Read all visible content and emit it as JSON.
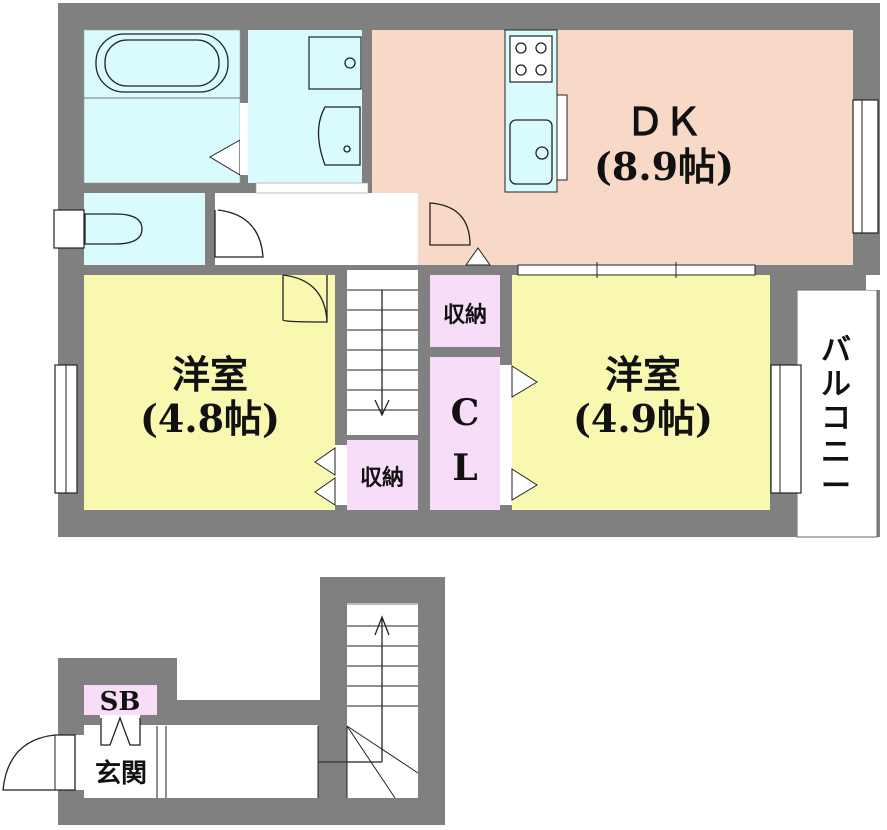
{
  "colors": {
    "wall": "#808080",
    "wet_area": "#d9fbfd",
    "dining_kitchen": "#f8d8c6",
    "western_room": "#f8f8b0",
    "storage": "#f8ddf8"
  },
  "rooms": {
    "dk": {
      "name": "ＤＫ",
      "size": "(8.9帖)"
    },
    "western_a": {
      "name": "洋室",
      "size": "(4.8帖)"
    },
    "western_b": {
      "name": "洋室",
      "size": "(4.9帖)"
    },
    "storage_top": {
      "name": "収納"
    },
    "storage_bottom": {
      "name": "収納"
    },
    "closet": {
      "line1": "C",
      "line2": "L"
    },
    "balcony": {
      "chars": [
        "バ",
        "ル",
        "コ",
        "ニ",
        "ー"
      ]
    },
    "shoe_box": {
      "name": "SB"
    },
    "entrance": {
      "name": "玄関"
    }
  }
}
